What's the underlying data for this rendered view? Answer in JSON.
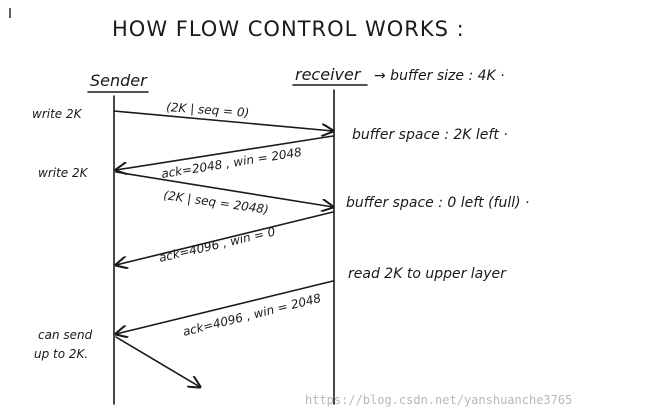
{
  "title": "HOW FLOW CONTROL WORKS :",
  "sender": {
    "label": "Sender",
    "actions": [
      "write 2K",
      "write 2K"
    ],
    "note_lines": [
      "can send",
      "up to 2K."
    ]
  },
  "receiver": {
    "label": "receiver",
    "buffer_size_note": "→ buffer size : 4K ·",
    "notes": [
      "buffer space : 2K left ·",
      "buffer space : 0 left (full) ·",
      "read 2K to upper layer"
    ]
  },
  "messages": [
    {
      "from": "sender",
      "to": "receiver",
      "label": "(2K | seq = 0)"
    },
    {
      "from": "receiver",
      "to": "sender",
      "label": "ack=2048 , win = 2048"
    },
    {
      "from": "sender",
      "to": "receiver",
      "label": "(2K | seq = 2048)"
    },
    {
      "from": "receiver",
      "to": "sender",
      "label": "ack=4096 , win = 0"
    },
    {
      "from": "receiver",
      "to": "sender",
      "label": "ack=4096 , win = 2048"
    },
    {
      "from": "sender",
      "to": "receiver",
      "label": ""
    }
  ],
  "watermark": "https://blog.csdn.net/yanshuanche3765"
}
